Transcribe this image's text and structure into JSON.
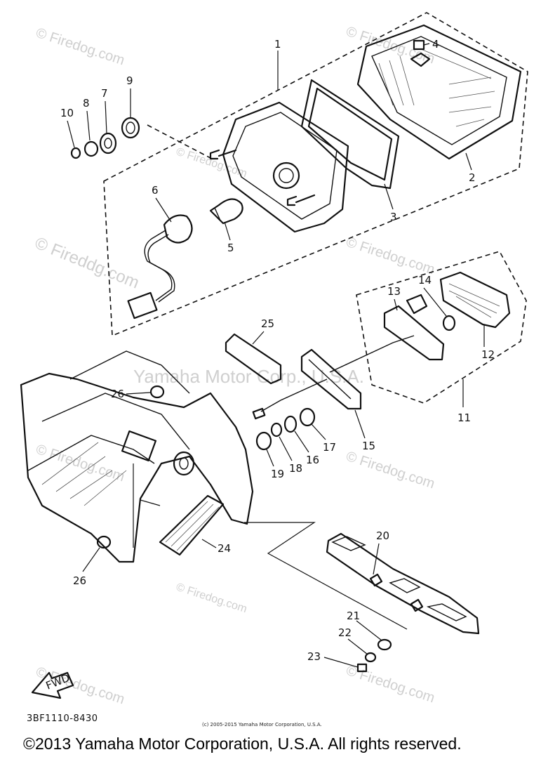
{
  "watermarks": [
    "© Firedog.com",
    "© Firedog.com",
    "© Fireddg.com",
    "© Firedog.com",
    "© Firedog.com",
    "© Firedog.com",
    "© Firedog.com",
    "© Firedog.com",
    "© Firedog.com",
    "© Firedog.com"
  ],
  "center_watermark": "Yamaha Motor Corp., U.S.A.",
  "callouts": [
    "1",
    "2",
    "3",
    "4",
    "5",
    "6",
    "7",
    "8",
    "9",
    "10",
    "11",
    "12",
    "13",
    "14",
    "15",
    "16",
    "17",
    "18",
    "19",
    "20",
    "21",
    "22",
    "23",
    "24",
    "25",
    "26",
    "26"
  ],
  "fwd_label": "FWD",
  "diagram_code": "3BF1110-8430",
  "small_copyright": "(c) 2005-2015 Yamaha Motor Corporation, U.S.A.",
  "footer_copyright": "©2013 Yamaha Motor Corporation, U.S.A. All rights reserved."
}
